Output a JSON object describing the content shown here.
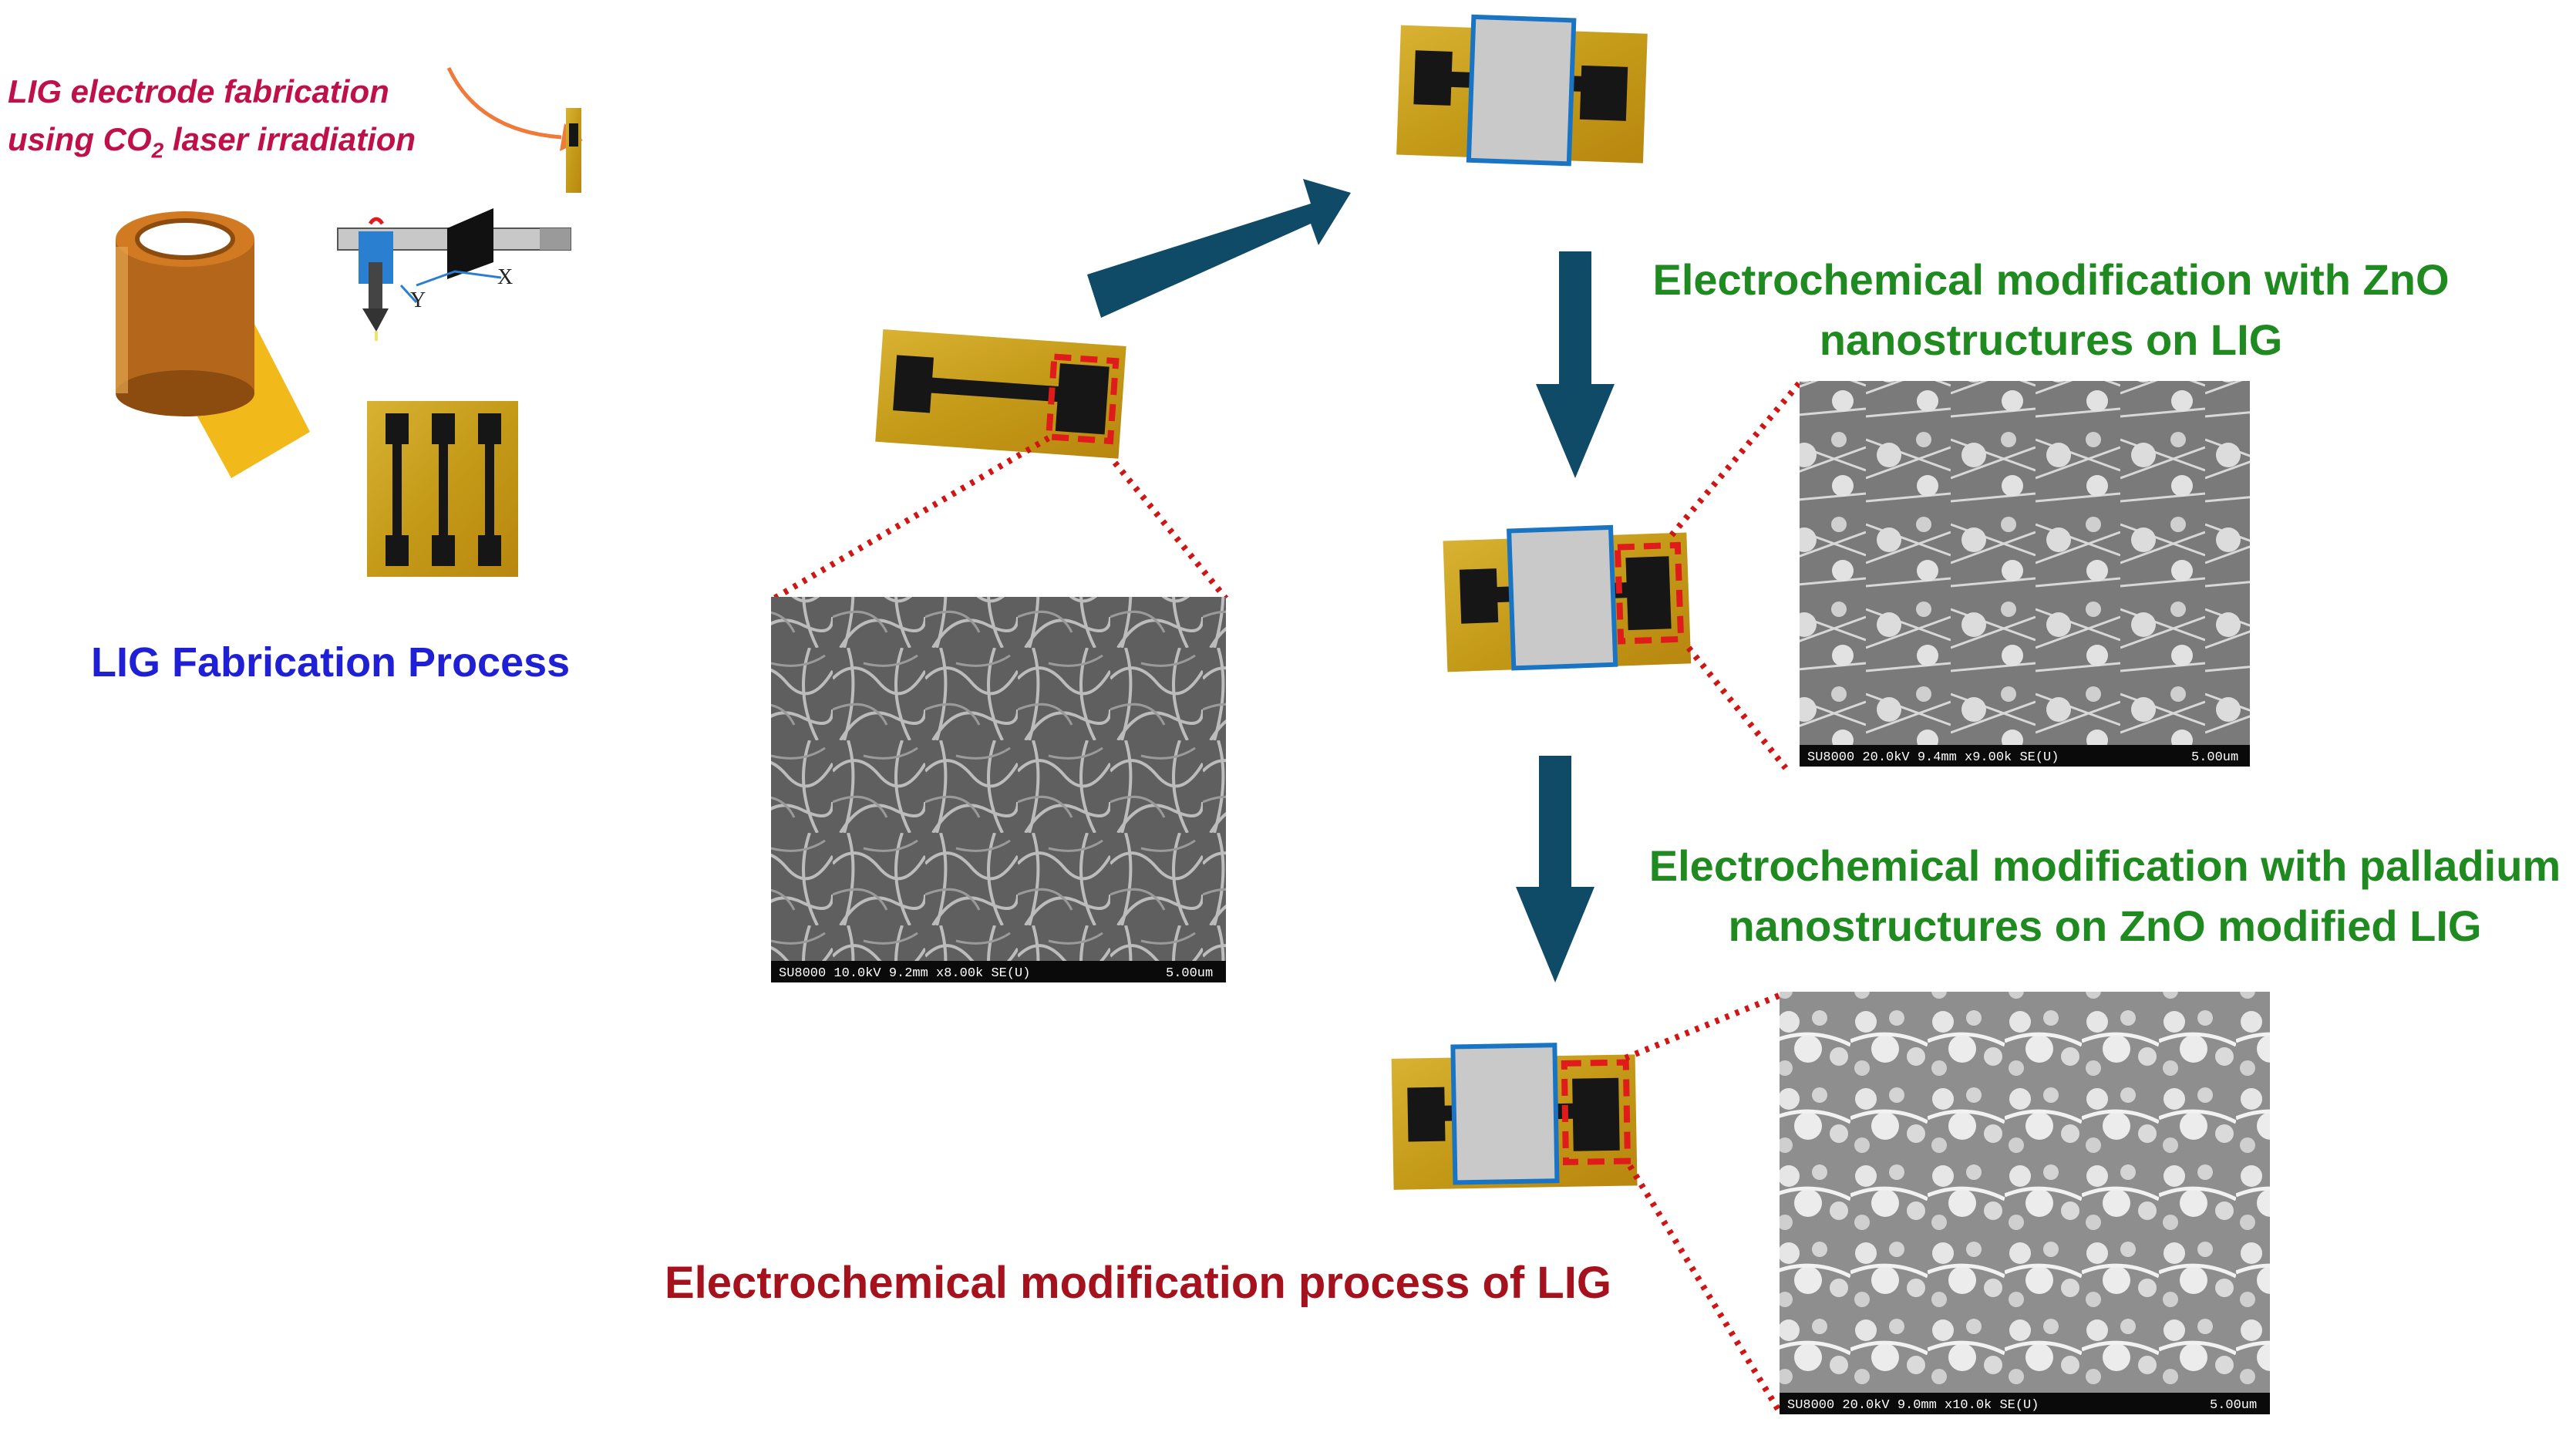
{
  "fabrication": {
    "note_line1": "LIG electrode fabrication",
    "note_line2_pre": "using CO",
    "note_line2_sub": "2",
    "note_line2_post": " laser irradiation",
    "title": "LIG Fabrication Process",
    "laser_axis_x": "X",
    "laser_axis_y": "Y"
  },
  "steps": {
    "zno_line1": "Electrochemical modification with ZnO",
    "zno_line2": "nanostructures on LIG",
    "pd_line1": "Electrochemical modification with palladium",
    "pd_line2": "nanostructures on ZnO  modified LIG",
    "process_title": "Electrochemical modification process  of LIG"
  },
  "sem_images": {
    "lig": {
      "left_text": "SU8000 10.0kV 9.2mm x8.00k SE(U)",
      "scale": "5.00um"
    },
    "zno": {
      "left_text": "SU8000 20.0kV 9.4mm x9.00k SE(U)",
      "scale": "5.00um"
    },
    "pd": {
      "left_text": "SU8000 20.0kV 9.0mm x10.0k SE(U)",
      "scale": "5.00um"
    }
  },
  "colors": {
    "arrow": "#0f4a66",
    "dotted_line": "#d01515",
    "highlight_box": "#e01b1b",
    "kapton": "#c9a018",
    "graphene": "#161616",
    "cover_fill": "#c9c9c9",
    "cover_border": "#1a74c4"
  }
}
